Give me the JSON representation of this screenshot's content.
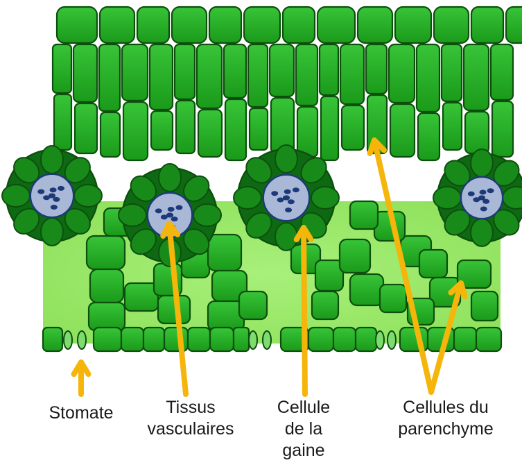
{
  "colors": {
    "background": "#ffffff",
    "cell_fill": "#1fa71f",
    "cell_fill_light": "#2fbd2f",
    "cell_outline": "#0d4f0d",
    "sheath_dark": "#0e6a12",
    "airspace": "#9be86a",
    "vascular_fill": "#aab8d8",
    "vascular_dark": "#1d3a78",
    "arrow": "#f5b50a",
    "label_text": "#1a1a1a"
  },
  "labels": {
    "stomate": {
      "lines": [
        "Stomate"
      ]
    },
    "vascular": {
      "lines": [
        "Tissus",
        "vasculaires"
      ]
    },
    "sheath": {
      "lines": [
        "Cellule",
        "de la",
        "gaine"
      ]
    },
    "parenchyma": {
      "lines": [
        "Cellules du",
        "parenchyme"
      ]
    }
  }
}
